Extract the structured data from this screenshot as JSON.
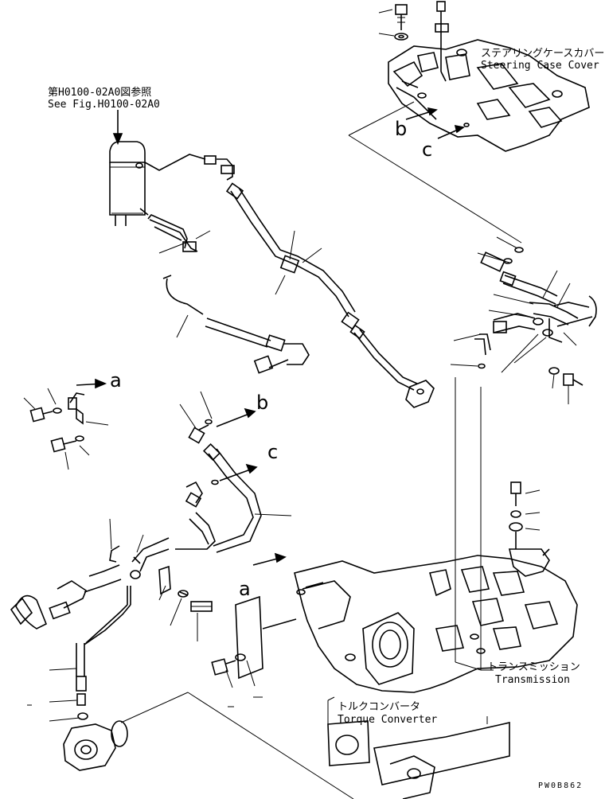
{
  "figure": {
    "code": "PW0B862",
    "line_color": "#000000",
    "background": "#ffffff"
  },
  "callouts": {
    "steering_case_cover_ja": "ステアリングケースカバー",
    "steering_case_cover_en": "Steering Case Cover",
    "filter_ref_ja": "第H0100-02A0図参照",
    "filter_ref_en": "See Fig.H0100-02A0",
    "transmission_ja": "トランスミッション",
    "transmission_en": "Transmission",
    "torque_converter_ja": "トルクコンバータ",
    "torque_converter_en": "Torque Converter"
  },
  "ref_letters": {
    "a_left": "a",
    "a_lower": "a",
    "b_top": "b",
    "b_mid": "b",
    "c_top": "c",
    "c_mid": "c"
  }
}
